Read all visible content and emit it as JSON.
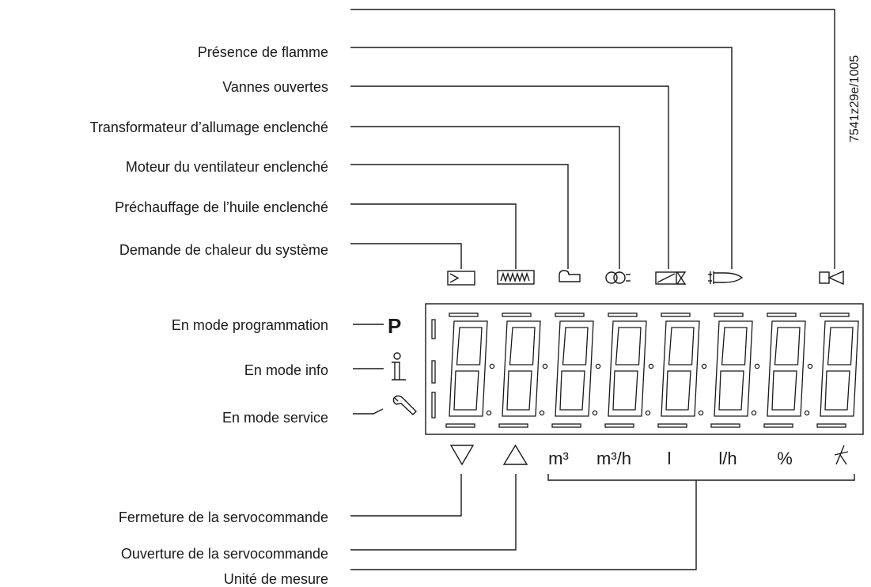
{
  "reference": "7541z29e/1005",
  "labels": {
    "flame": "Présence de flamme",
    "valves": "Vannes ouvertes",
    "ignition": "Transformateur d’allumage enclenché",
    "fan": "Moteur du ventilateur enclenché",
    "oil_preheat": "Préchauffage de l’huile enclenché",
    "heat_request": "Demande de chaleur du système",
    "programming": "En mode programmation",
    "info": "En mode info",
    "service": "En mode service",
    "actuator_close": "Fermeture de la servocommande",
    "actuator_open": "Ouverture de la servocommande",
    "unit": "Unité de mesure"
  },
  "mode_letter": "P",
  "units": [
    "m³",
    "m³/h",
    "l",
    "l/h",
    "%"
  ],
  "icons": [
    "heat-request-icon",
    "oil-preheater-icon",
    "fan-motor-icon",
    "ignition-transformer-icon",
    "fuel-valve-icon",
    "flame-icon",
    "fault-horn-icon",
    "programming-icon",
    "info-icon",
    "wrench-icon",
    "triangle-down-icon",
    "triangle-up-icon",
    "lambda-icon"
  ],
  "colors": {
    "ink": "#1a1a1a",
    "background": "#ffffff"
  }
}
